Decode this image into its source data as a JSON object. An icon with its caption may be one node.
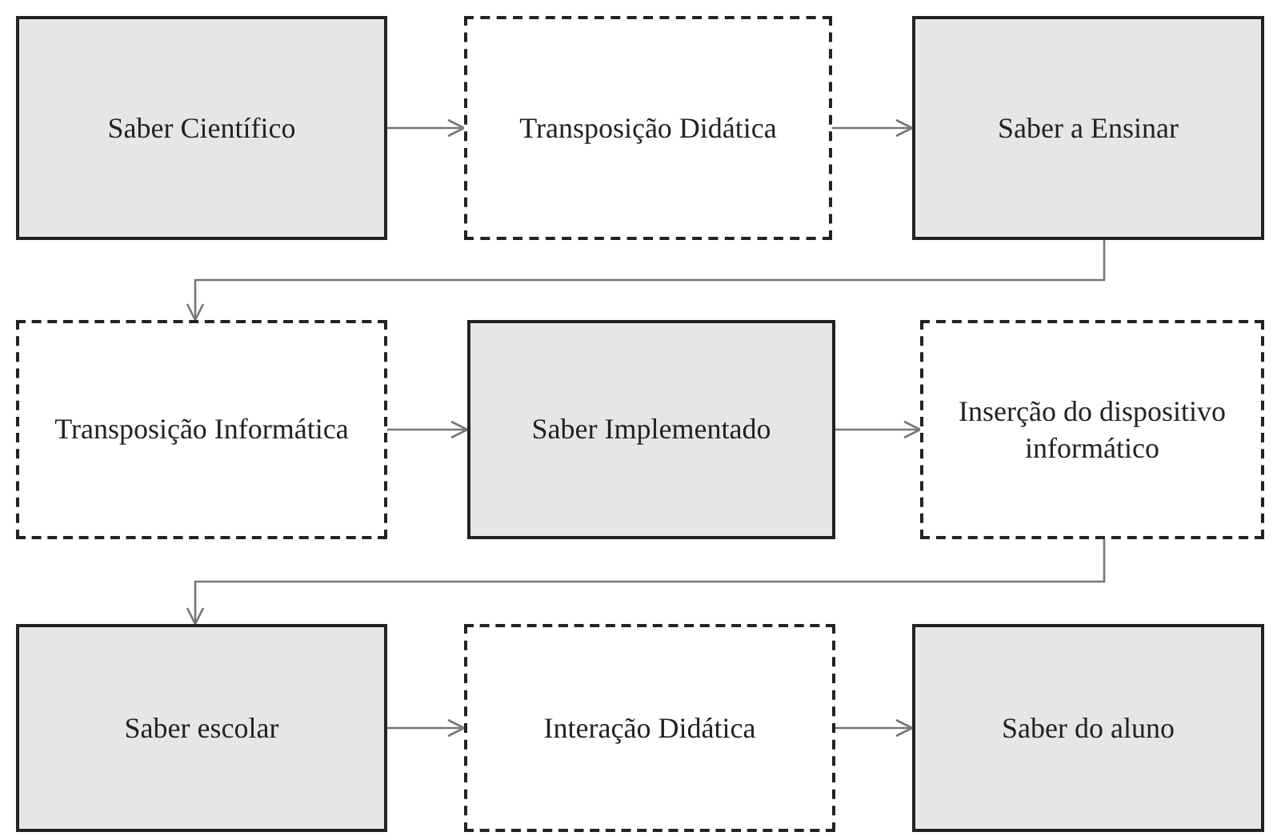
{
  "diagram": {
    "nodes": [
      {
        "text": [
          "Saber Científico"
        ]
      },
      {
        "text": [
          "Transposição Didática"
        ]
      },
      {
        "text": [
          "Saber a Ensinar"
        ]
      },
      {
        "text": [
          "Transposição Informática"
        ]
      },
      {
        "text": [
          "Saber Implementado"
        ]
      },
      {
        "text": [
          "Inserção do dispositivo informático"
        ]
      },
      {
        "text": [
          "Saber escolar"
        ]
      },
      {
        "text": [
          "Interação Didática"
        ]
      },
      {
        "text": [
          "Saber do aluno"
        ]
      }
    ],
    "edges": [
      {
        "from": 0,
        "to": 1,
        "arrow": "to"
      },
      {
        "from": 1,
        "to": 2,
        "arrow": "to"
      },
      {
        "from": 2,
        "to": 3,
        "arrow": "to"
      },
      {
        "from": 3,
        "to": 4,
        "arrow": "to"
      },
      {
        "from": 4,
        "to": 5,
        "arrow": "to"
      },
      {
        "from": 5,
        "to": 6,
        "arrow": "to"
      },
      {
        "from": 6,
        "to": 7,
        "arrow": "to"
      },
      {
        "from": 7,
        "to": 8,
        "arrow": "to"
      }
    ]
  }
}
